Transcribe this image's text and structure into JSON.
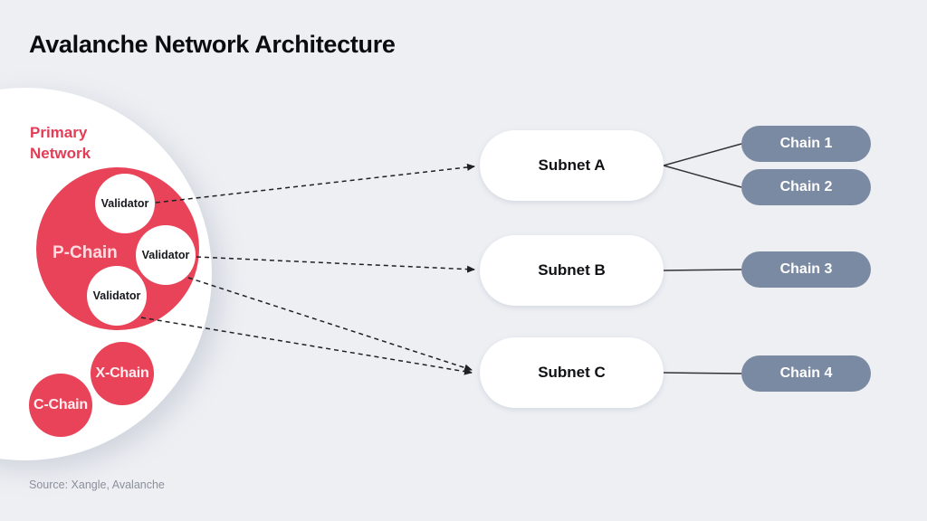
{
  "title": "Avalanche Network Architecture",
  "source_note": "Source: Xangle, Avalanche",
  "colors": {
    "background": "#edeff3",
    "primary_circle": "#ffffff",
    "red": "#e84358",
    "primary_label_red": "#e23d56",
    "chain_pill": "#7b8aa3",
    "subnet_pill": "#ffffff",
    "connector_dashed": "#1e2125",
    "connector_solid": "#2f3438"
  },
  "primary_network": {
    "label": "Primary Network",
    "p_chain_label": "P-Chain",
    "x_chain_label": "X-Chain",
    "c_chain_label": "C-Chain",
    "validators": [
      "Validator",
      "Validator",
      "Validator"
    ]
  },
  "subnets": [
    {
      "label": "Subnet A"
    },
    {
      "label": "Subnet B"
    },
    {
      "label": "Subnet C"
    }
  ],
  "chains": [
    {
      "label": "Chain 1"
    },
    {
      "label": "Chain 2"
    },
    {
      "label": "Chain 3"
    },
    {
      "label": "Chain 4"
    }
  ],
  "connections": {
    "dashed_arrows": [
      {
        "from": "validator-1",
        "to": "subnet-a"
      },
      {
        "from": "validator-2",
        "to": "subnet-b"
      },
      {
        "from": "validator-2",
        "to": "subnet-c"
      },
      {
        "from": "validator-3",
        "to": "subnet-c"
      }
    ],
    "solid_lines": [
      {
        "from": "subnet-a",
        "to": "chain-1"
      },
      {
        "from": "subnet-a",
        "to": "chain-2"
      },
      {
        "from": "subnet-b",
        "to": "chain-3"
      },
      {
        "from": "subnet-c",
        "to": "chain-4"
      }
    ]
  }
}
